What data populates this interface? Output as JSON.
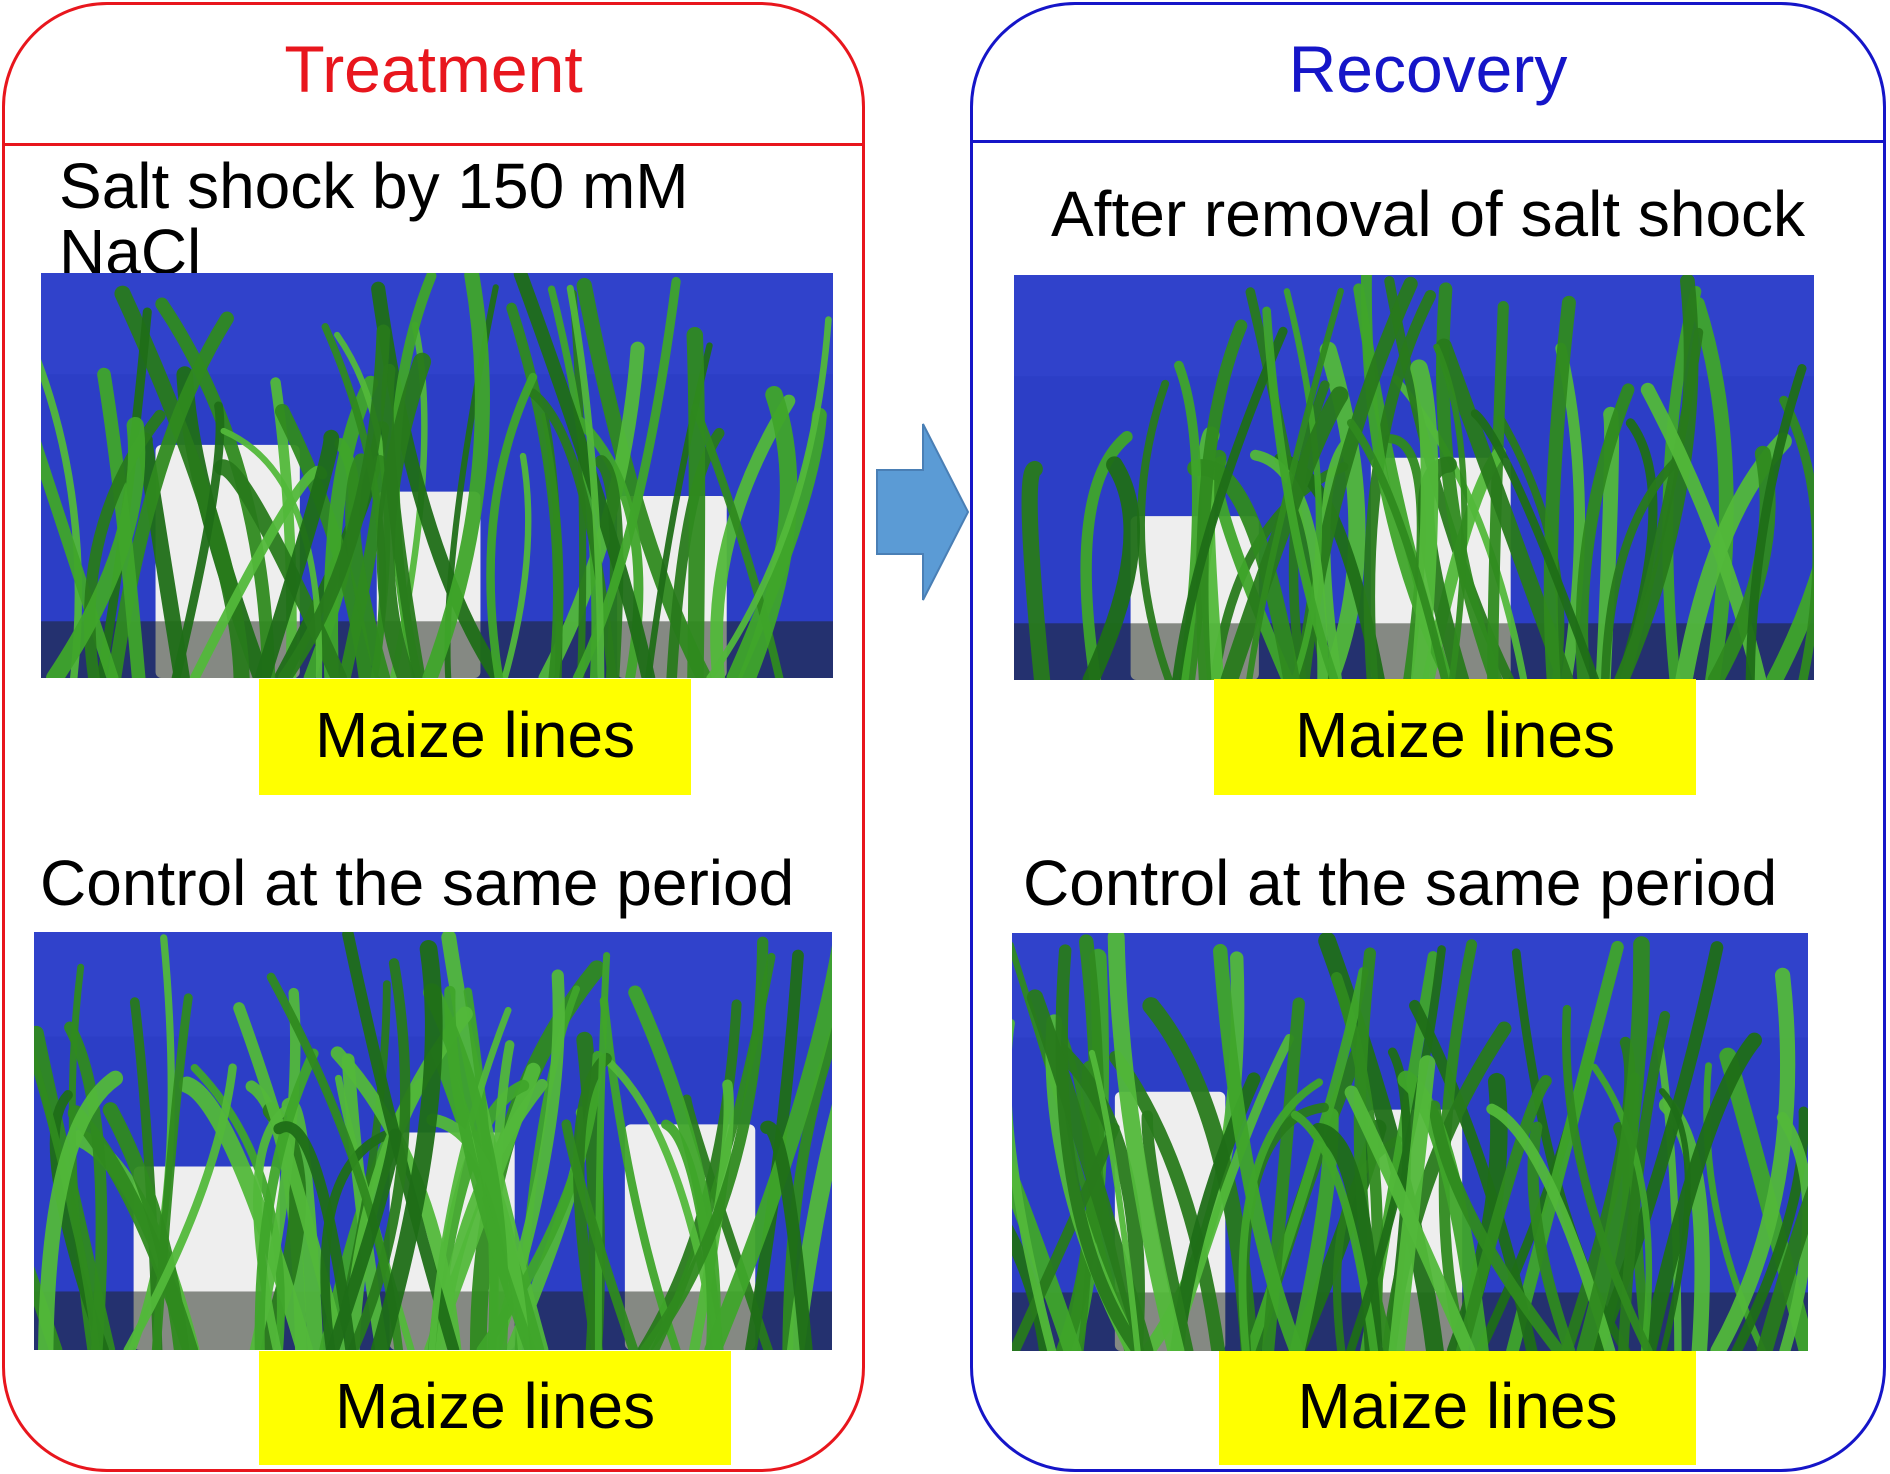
{
  "treatment": {
    "title": "Treatment",
    "top_caption": "Salt shock by 150 mM NaCl",
    "bottom_caption": "Control at  the same period",
    "top_tag": "Maize lines",
    "bottom_tag": "Maize lines"
  },
  "recovery": {
    "title": "Recovery",
    "top_caption": "After removal of salt shock",
    "bottom_caption": "Control at the same period",
    "top_tag": "Maize lines",
    "bottom_tag": "Maize lines"
  },
  "colors": {
    "treatment_border": "#e8161d",
    "recovery_border": "#1515c8",
    "label_background": "#ffff00",
    "arrow_fill": "#5b9bd5",
    "arrow_stroke": "#4a7fb5"
  }
}
